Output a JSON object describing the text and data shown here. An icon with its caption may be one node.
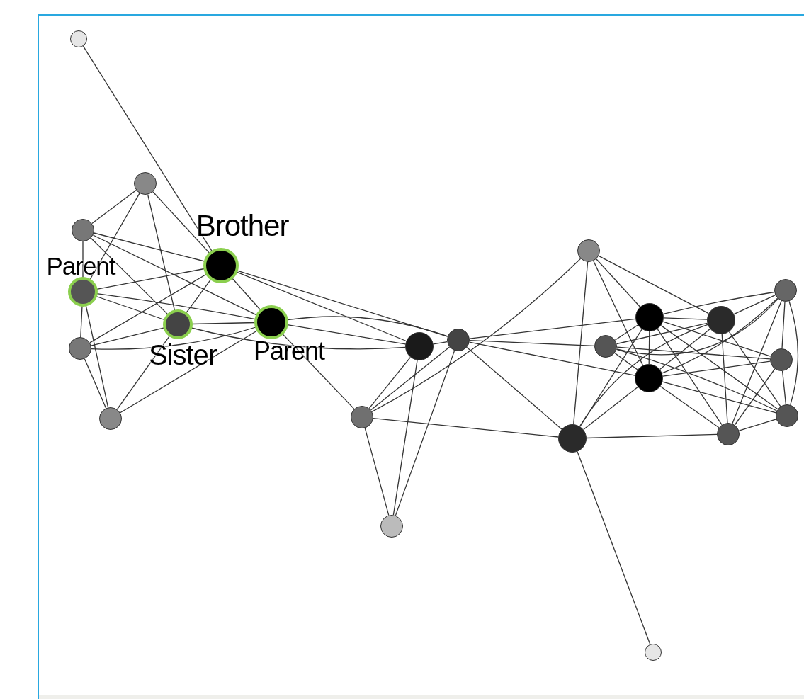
{
  "diagram": {
    "nodes": [
      {
        "text": [],
        "shape": "circle"
      },
      {
        "text": [],
        "shape": "circle"
      },
      {
        "text": [],
        "shape": "circle"
      },
      {
        "text": [],
        "shape": "circle",
        "beside": [
          "Parent"
        ]
      },
      {
        "text": [],
        "shape": "circle",
        "beside": [
          "Brother"
        ]
      },
      {
        "text": [],
        "shape": "circle",
        "beside": [
          "Sister"
        ]
      },
      {
        "text": [],
        "shape": "circle",
        "beside": [
          "Parent"
        ]
      },
      {
        "text": [],
        "shape": "circle"
      },
      {
        "text": [],
        "shape": "circle"
      },
      {
        "text": [],
        "shape": "circle"
      },
      {
        "text": [],
        "shape": "circle"
      },
      {
        "text": [],
        "shape": "circle"
      },
      {
        "text": [],
        "shape": "circle"
      },
      {
        "text": [],
        "shape": "circle"
      },
      {
        "text": [],
        "shape": "circle"
      },
      {
        "text": [],
        "shape": "circle"
      },
      {
        "text": [],
        "shape": "circle"
      },
      {
        "text": [],
        "shape": "circle"
      },
      {
        "text": [],
        "shape": "circle"
      },
      {
        "text": [],
        "shape": "circle"
      },
      {
        "text": [],
        "shape": "circle"
      },
      {
        "text": [],
        "shape": "circle"
      },
      {
        "text": [],
        "shape": "circle"
      },
      {
        "text": [],
        "shape": "circle"
      }
    ],
    "edges": [
      {
        "from": 0,
        "to": 4,
        "arrow": "none"
      },
      {
        "from": 1,
        "to": 2,
        "arrow": "none"
      },
      {
        "from": 1,
        "to": 3,
        "arrow": "none"
      },
      {
        "from": 1,
        "to": 5,
        "arrow": "none"
      },
      {
        "from": 1,
        "to": 4,
        "arrow": "none"
      },
      {
        "from": 2,
        "to": 3,
        "arrow": "none"
      },
      {
        "from": 2,
        "to": 4,
        "arrow": "none"
      },
      {
        "from": 2,
        "to": 5,
        "arrow": "none"
      },
      {
        "from": 2,
        "to": 6,
        "arrow": "none"
      },
      {
        "from": 3,
        "to": 4,
        "arrow": "none"
      },
      {
        "from": 3,
        "to": 5,
        "arrow": "none"
      },
      {
        "from": 3,
        "to": 6,
        "arrow": "none"
      },
      {
        "from": 3,
        "to": 7,
        "arrow": "none"
      },
      {
        "from": 3,
        "to": 8,
        "arrow": "none"
      },
      {
        "from": 4,
        "to": 5,
        "arrow": "none"
      },
      {
        "from": 4,
        "to": 6,
        "arrow": "none"
      },
      {
        "from": 4,
        "to": 7,
        "arrow": "none"
      },
      {
        "from": 4,
        "to": 9,
        "arrow": "none"
      },
      {
        "from": 4,
        "to": 10,
        "arrow": "none"
      },
      {
        "from": 5,
        "to": 6,
        "arrow": "none"
      },
      {
        "from": 5,
        "to": 7,
        "arrow": "none"
      },
      {
        "from": 5,
        "to": 8,
        "arrow": "none"
      },
      {
        "from": 5,
        "to": 9,
        "arrow": "none"
      },
      {
        "from": 6,
        "to": 7,
        "arrow": "none"
      },
      {
        "from": 6,
        "to": 8,
        "arrow": "none"
      },
      {
        "from": 6,
        "to": 9,
        "arrow": "none"
      },
      {
        "from": 6,
        "to": 10,
        "arrow": "none"
      },
      {
        "from": 6,
        "to": 11,
        "arrow": "none"
      },
      {
        "from": 7,
        "to": 8,
        "arrow": "none"
      },
      {
        "from": 9,
        "to": 10,
        "arrow": "none"
      },
      {
        "from": 9,
        "to": 11,
        "arrow": "none"
      },
      {
        "from": 9,
        "to": 12,
        "arrow": "none"
      },
      {
        "from": 10,
        "to": 11,
        "arrow": "none"
      },
      {
        "from": 10,
        "to": 12,
        "arrow": "none"
      },
      {
        "from": 10,
        "to": 14,
        "arrow": "none"
      },
      {
        "from": 10,
        "to": 16,
        "arrow": "none"
      },
      {
        "from": 10,
        "to": 17,
        "arrow": "none"
      },
      {
        "from": 10,
        "to": 22,
        "arrow": "none"
      },
      {
        "from": 11,
        "to": 12,
        "arrow": "none"
      },
      {
        "from": 11,
        "to": 13,
        "arrow": "none"
      },
      {
        "from": 11,
        "to": 22,
        "arrow": "none"
      },
      {
        "from": 13,
        "to": 14,
        "arrow": "none"
      },
      {
        "from": 13,
        "to": 15,
        "arrow": "none"
      },
      {
        "from": 13,
        "to": 17,
        "arrow": "none"
      },
      {
        "from": 13,
        "to": 22,
        "arrow": "none"
      },
      {
        "from": 14,
        "to": 15,
        "arrow": "none"
      },
      {
        "from": 14,
        "to": 16,
        "arrow": "none"
      },
      {
        "from": 14,
        "to": 17,
        "arrow": "none"
      },
      {
        "from": 14,
        "to": 18,
        "arrow": "none"
      },
      {
        "from": 14,
        "to": 19,
        "arrow": "none"
      },
      {
        "from": 14,
        "to": 20,
        "arrow": "none"
      },
      {
        "from": 14,
        "to": 21,
        "arrow": "none"
      },
      {
        "from": 14,
        "to": 22,
        "arrow": "none"
      },
      {
        "from": 15,
        "to": 16,
        "arrow": "none"
      },
      {
        "from": 15,
        "to": 17,
        "arrow": "none"
      },
      {
        "from": 15,
        "to": 18,
        "arrow": "none"
      },
      {
        "from": 15,
        "to": 20,
        "arrow": "none"
      },
      {
        "from": 15,
        "to": 21,
        "arrow": "none"
      },
      {
        "from": 15,
        "to": 22,
        "arrow": "none"
      },
      {
        "from": 16,
        "to": 17,
        "arrow": "none"
      },
      {
        "from": 16,
        "to": 18,
        "arrow": "none"
      },
      {
        "from": 16,
        "to": 19,
        "arrow": "none"
      },
      {
        "from": 16,
        "to": 20,
        "arrow": "none"
      },
      {
        "from": 17,
        "to": 18,
        "arrow": "none"
      },
      {
        "from": 17,
        "to": 19,
        "arrow": "none"
      },
      {
        "from": 17,
        "to": 20,
        "arrow": "none"
      },
      {
        "from": 17,
        "to": 21,
        "arrow": "none"
      },
      {
        "from": 17,
        "to": 22,
        "arrow": "none"
      },
      {
        "from": 18,
        "to": 19,
        "arrow": "none"
      },
      {
        "from": 18,
        "to": 20,
        "arrow": "none"
      },
      {
        "from": 18,
        "to": 21,
        "arrow": "none"
      },
      {
        "from": 19,
        "to": 20,
        "arrow": "none"
      },
      {
        "from": 19,
        "to": 21,
        "arrow": "none"
      },
      {
        "from": 20,
        "to": 21,
        "arrow": "none"
      },
      {
        "from": 21,
        "to": 22,
        "arrow": "none"
      },
      {
        "from": 22,
        "to": 23,
        "arrow": "none"
      }
    ]
  }
}
